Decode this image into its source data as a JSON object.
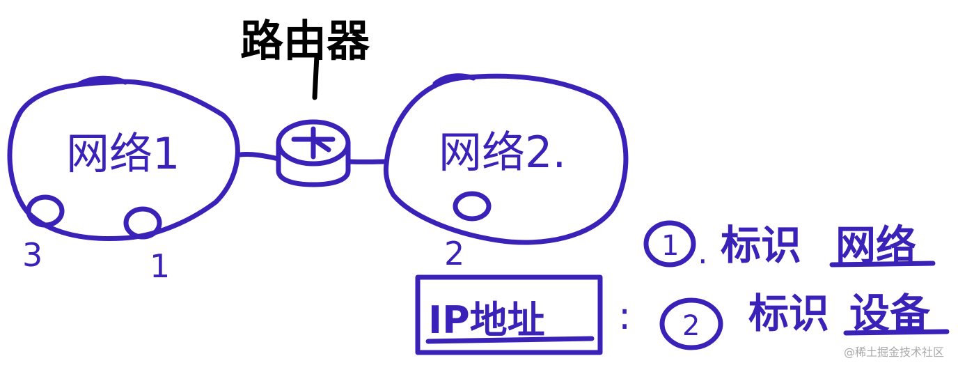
{
  "router_label": "路由器",
  "network1_label": "网络1",
  "network2_label": "网络2.",
  "device_numbers": [
    "3",
    "1",
    "2"
  ],
  "ip_label": "IP地址",
  "colon": ":",
  "notes": [
    {
      "num": "1",
      "dot": ".",
      "text": "标识",
      "underlined": "网络"
    },
    {
      "num": "2",
      "dot": "",
      "text": "标识",
      "underlined": "设备"
    }
  ],
  "watermark": "@稀土掘金技术社区",
  "colors": {
    "ink": "#3a22b8",
    "black": "#000000",
    "watermark": "#a8a8a8"
  }
}
